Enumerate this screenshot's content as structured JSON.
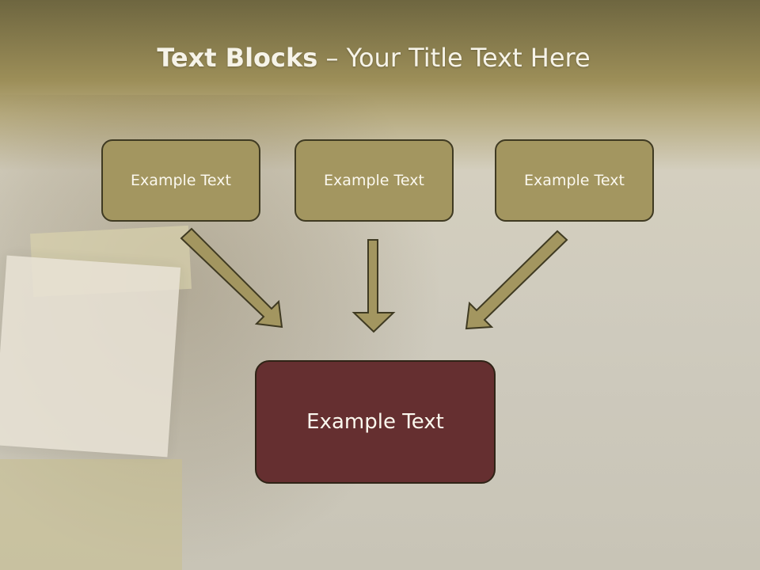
{
  "slide": {
    "title_bold": "Text Blocks",
    "title_dash": " – ",
    "title_rest": "Your Title Text Here"
  },
  "blocks": {
    "top": [
      "Example Text",
      "Example Text",
      "Example Text"
    ],
    "bottom": "Example Text"
  },
  "colors": {
    "header_band": "#9c8e58",
    "top_box_fill": "#a39660",
    "bottom_box_fill": "#652f30",
    "arrow_fill": "#a39660",
    "box_text": "#fbf8ee"
  }
}
